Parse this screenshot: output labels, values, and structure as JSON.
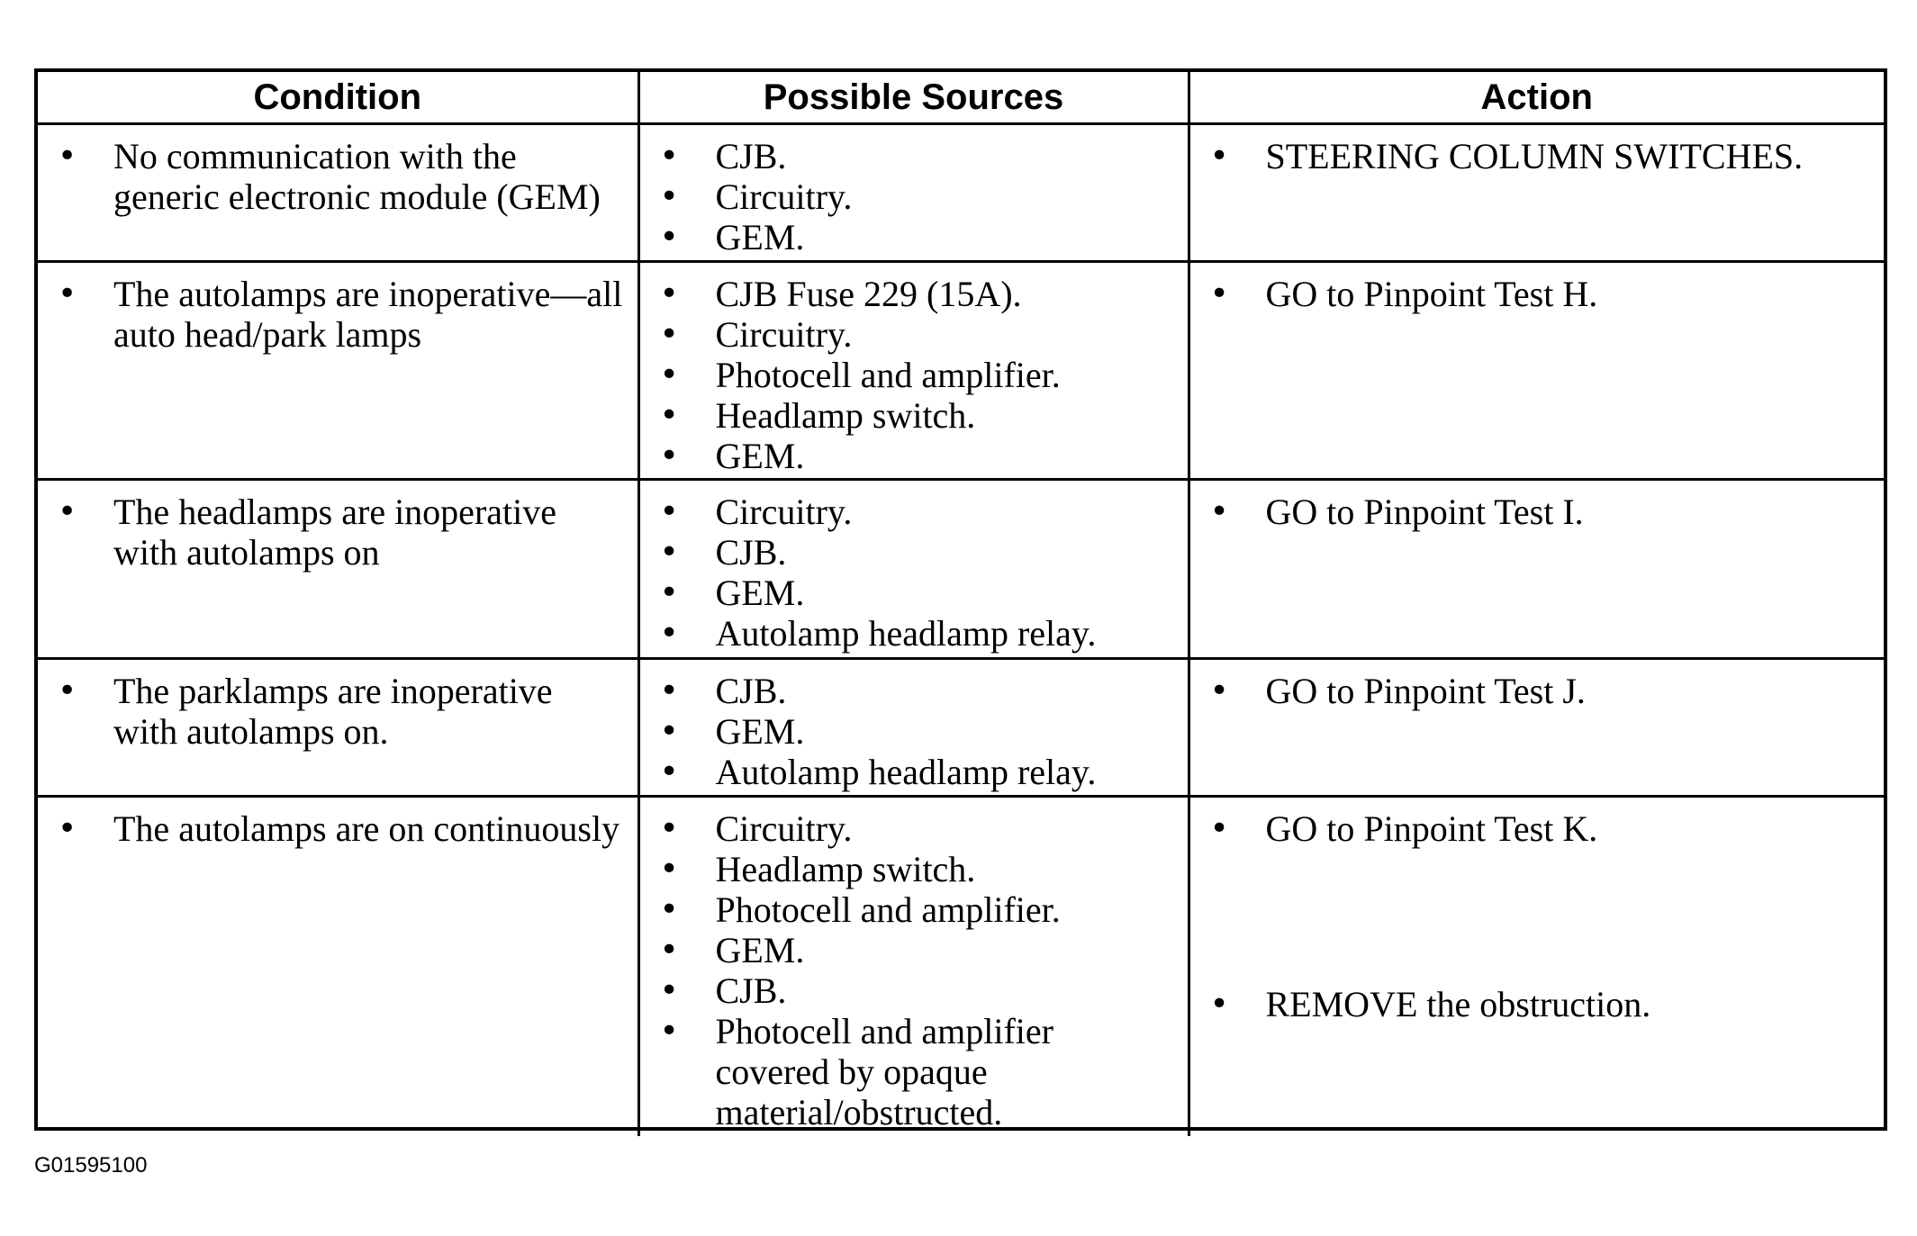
{
  "headers": {
    "condition": "Condition",
    "sources": "Possible Sources",
    "action": "Action"
  },
  "rows": [
    {
      "condition": "No communication with the generic electronic module (GEM)",
      "sources": [
        "CJB.",
        "Circuitry.",
        "GEM."
      ],
      "actions": [
        "STEERING COLUMN SWITCHES."
      ]
    },
    {
      "condition": "The autolamps are inoperative—all auto head/park lamps",
      "sources": [
        "CJB Fuse 229 (15A).",
        "Circuitry.",
        "Photocell and amplifier.",
        "Headlamp switch.",
        "GEM."
      ],
      "actions": [
        "GO to Pinpoint Test H."
      ]
    },
    {
      "condition": "The headlamps are inoperative with autolamps on",
      "sources": [
        "Circuitry.",
        "CJB.",
        "GEM.",
        "Autolamp headlamp relay."
      ],
      "actions": [
        "GO to Pinpoint Test I."
      ]
    },
    {
      "condition": "The parklamps are inoperative with autolamps on.",
      "sources": [
        "CJB.",
        "GEM.",
        "Autolamp headlamp relay."
      ],
      "actions": [
        "GO to Pinpoint Test J."
      ]
    },
    {
      "condition": "The autolamps are on continuously",
      "sources": [
        "Circuitry.",
        "Headlamp switch.",
        "Photocell and amplifier.",
        "GEM.",
        "CJB.",
        "Photocell and amplifier covered by opaque material/obstructed."
      ],
      "actions": [
        "GO to Pinpoint Test K.",
        "REMOVE the obstruction."
      ]
    }
  ],
  "figure_id": "G01595100"
}
